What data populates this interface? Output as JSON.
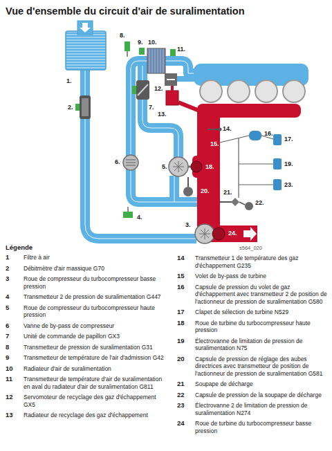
{
  "diagram": {
    "title": "Vue d'ensemble du circuit d'air de suralimentation",
    "labels": [
      "1.",
      "2.",
      "3.",
      "4.",
      "5.",
      "6.",
      "7.",
      "8.",
      "9.",
      "10.",
      "11.",
      "12.",
      "13.",
      "14.",
      "15.",
      "16.",
      "17.",
      "18.",
      "19.",
      "20.",
      "21.",
      "22.",
      "23.",
      "24.",
      "s564_020",
      "Légende",
      "1",
      "2",
      "3",
      "4",
      "5",
      "6",
      "7",
      "8",
      "9",
      "10",
      "11",
      "12",
      "13",
      "14",
      "15",
      "16",
      "17",
      "18",
      "19",
      "20",
      "21",
      "22",
      "23",
      "24"
    ],
    "legend": [
      {
        "text": "Filtre à air"
      },
      {
        "text": "Débitmètre d'air massique G70"
      },
      {
        "text": "Roue de compresseur du turbocompresseur basse pression"
      },
      {
        "text": "Transmetteur 2 de pression de suralimentation G447"
      },
      {
        "text": "Roue de compresseur du turbocompresseur haute pression"
      },
      {
        "text": "Vanne de by-pass de compresseur"
      },
      {
        "text": "Unité de commande de papillon GX3"
      },
      {
        "text": "Transmetteur de pression de suralimentation G31"
      },
      {
        "text": "Transmetteur de température de l'air d'admission G42"
      },
      {
        "text": "Radiateur d'air de suralimentation"
      },
      {
        "text": "Transmetteur de température d'air de suralimentation en aval du radiateur d'air de suralimentation G811"
      },
      {
        "text": "Servomoteur de recyclage des gaz d'échappement GX5"
      },
      {
        "text": "Radiateur de recyclage des gaz d'échappement"
      },
      {
        "text": "Transmetteur 1 de température des gaz d'échappement G235"
      },
      {
        "text": "Volet de by-pass de turbine"
      },
      {
        "text": "Capsule de pression du volet de gaz d'échappement avec transmetteur 2 de position de l'actionneur de pression de suralimentation G580"
      },
      {
        "text": "Clapet de sélection de turbine N529"
      },
      {
        "text": "Roue de turbine du turbocompresseur haute pression"
      },
      {
        "text": "Électrovanne de limitation de pression de suralimentation N75"
      },
      {
        "text": "Capsule de pression de réglage des aubes directrices avec transmetteur de position de l'actionneur de pression de suralimentation G581"
      },
      {
        "text": "Soupape de décharge"
      },
      {
        "text": "Capsule de pression de la soupape de décharge"
      },
      {
        "text": "Électrovanne 2 de limitation de pression de suralimentation N274"
      },
      {
        "text": "Roue de turbine du turbocompresseur basse pression"
      }
    ]
  }
}
